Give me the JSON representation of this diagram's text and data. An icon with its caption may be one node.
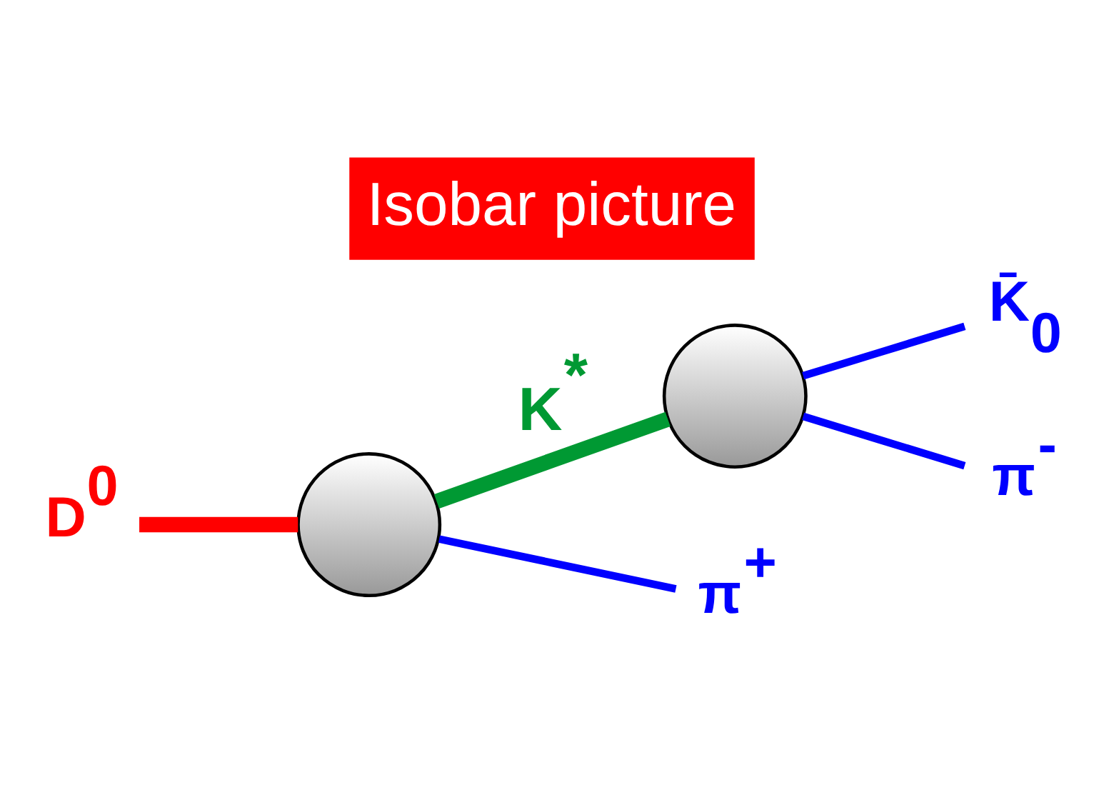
{
  "diagram": {
    "title": "Isobar picture",
    "nodes": [
      {
        "text": [
          "D$^{0}$"
        ]
      },
      {
        "text": [],
        "shape": "circle"
      },
      {
        "text": [],
        "shape": "circle"
      },
      {
        "text": [
          "K̄$_{0}$"
        ]
      },
      {
        "text": [
          "π$^{-}$"
        ]
      },
      {
        "text": [
          "π$^{+}$"
        ]
      }
    ],
    "edges": [
      {
        "from": 0,
        "to": 1,
        "arrow": "none",
        "style": "thick",
        "color": "#ff0000"
      },
      {
        "from": 1,
        "to": 2,
        "arrow": "none",
        "label": "K$^{*}$",
        "style": "thick",
        "color": "#009933"
      },
      {
        "from": 2,
        "to": 3,
        "arrow": "none"
      },
      {
        "from": 2,
        "to": 4,
        "arrow": "none"
      },
      {
        "from": 1,
        "to": 5,
        "arrow": "none"
      }
    ]
  }
}
